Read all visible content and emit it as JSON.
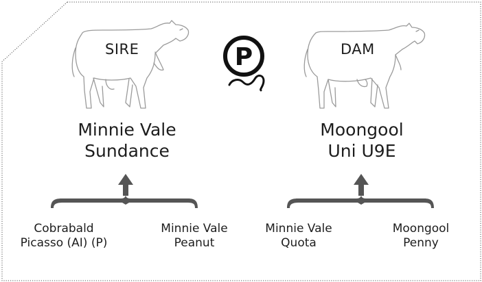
{
  "poll_symbol": "P",
  "sire": {
    "card_label": "SIRE",
    "name_line1": "Minnie Vale",
    "name_line2": "Sundance",
    "parents": [
      {
        "line1": "Cobrabald",
        "line2": "Picasso (AI) (P)"
      },
      {
        "line1": "Minnie Vale",
        "line2": "Peanut"
      }
    ]
  },
  "dam": {
    "card_label": "DAM",
    "name_line1": "Moongool",
    "name_line2": "Uni U9E",
    "parents": [
      {
        "line1": "Minnie Vale",
        "line2": "Quota"
      },
      {
        "line1": "Moongool",
        "line2": "Penny"
      }
    ]
  },
  "colors": {
    "text": "#1d1d1d",
    "lines": "#555555",
    "arrows": "#555555",
    "icon": "#111111"
  }
}
